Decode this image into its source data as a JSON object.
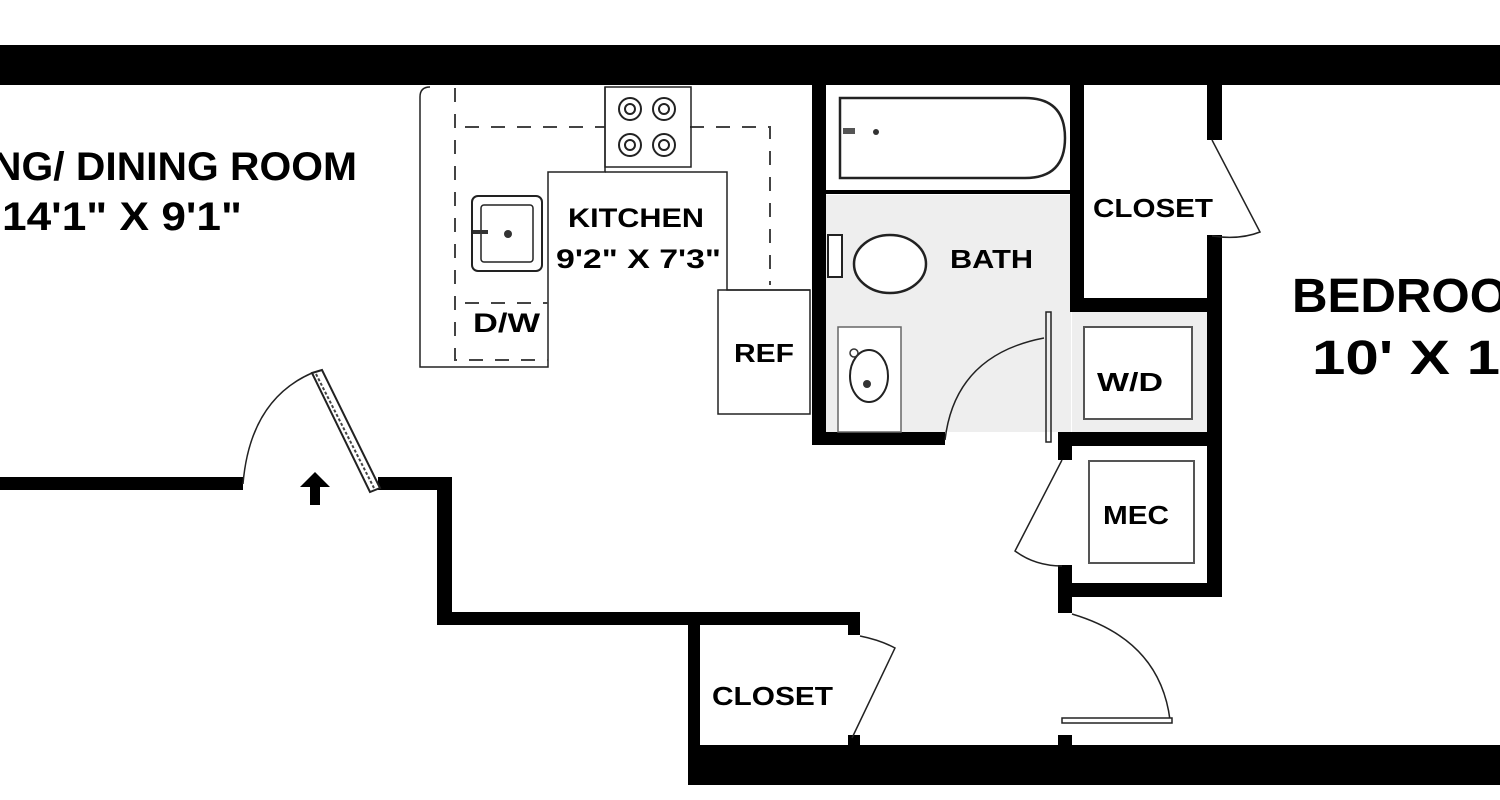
{
  "floorplan": {
    "rooms": {
      "living_dining": {
        "name": "NG/ DINING ROOM",
        "size": "14'1\" X 9'1\""
      },
      "kitchen": {
        "name": "KITCHEN",
        "size": "9'2\" X 7'3\""
      },
      "bath": {
        "name": "BATH"
      },
      "bedroom": {
        "name": "BEDROO",
        "size": "10' X 1"
      },
      "closet_top": {
        "name": "CLOSET"
      },
      "closet_bottom": {
        "name": "CLOSET"
      }
    },
    "fixtures": {
      "dishwasher": "D/W",
      "refrigerator": "REF",
      "washer_dryer": "W/D",
      "mechanical": "MEC"
    },
    "colors": {
      "wall": "#000000",
      "tile": "#eeeeee",
      "background": "#ffffff"
    },
    "icons": [
      "entry-arrow-icon",
      "stove-icon",
      "sink-icon",
      "bathtub-icon",
      "toilet-icon",
      "bath-sink-icon"
    ]
  }
}
